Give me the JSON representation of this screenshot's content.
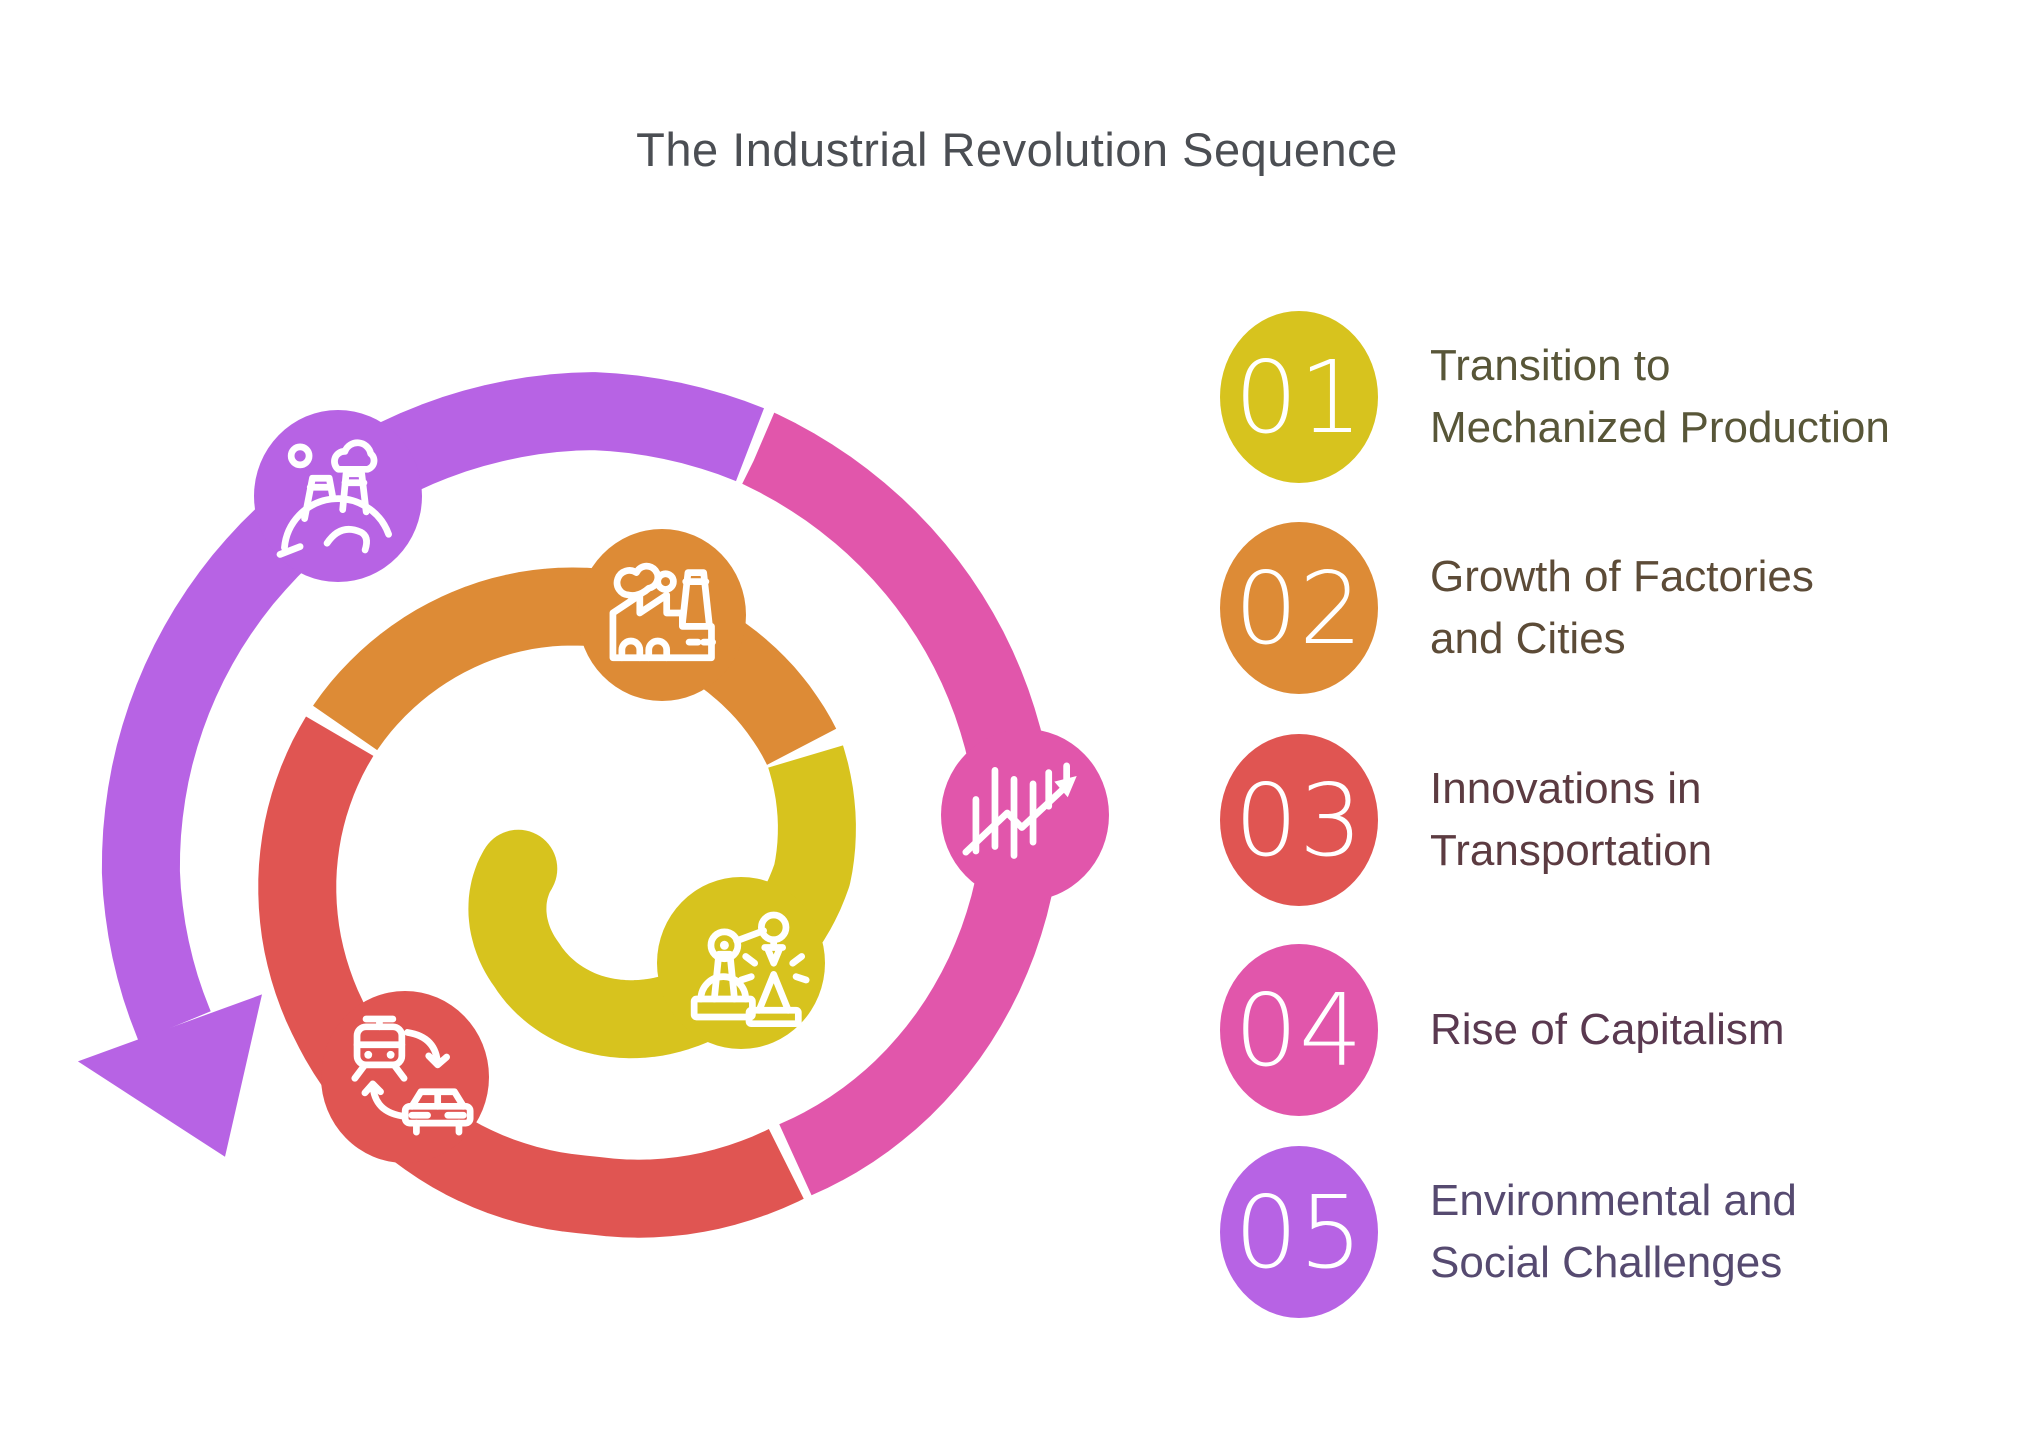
{
  "title": "The Industrial Revolution Sequence",
  "title_color": "#4b4e53",
  "steps": [
    {
      "number": "01",
      "lines": [
        "Transition to",
        "Mechanized Production"
      ],
      "color": "#d7c31e",
      "text_color": "#585638",
      "icon": "robot-arm-icon"
    },
    {
      "number": "02",
      "lines": [
        "Growth of Factories",
        "and Cities"
      ],
      "color": "#dd8b36",
      "text_color": "#5c4b37",
      "icon": "factory-icon"
    },
    {
      "number": "03",
      "lines": [
        "Innovations in",
        "Transportation"
      ],
      "color": "#e05552",
      "text_color": "#5c3b41",
      "icon": "train-car-swap-icon"
    },
    {
      "number": "04",
      "lines": [
        "Rise of Capitalism"
      ],
      "color": "#e156ab",
      "text_color": "#5a3950",
      "icon": "stock-chart-icon"
    },
    {
      "number": "05",
      "lines": [
        "Environmental and",
        "Social Challenges"
      ],
      "color": "#b763e4",
      "text_color": "#564a70",
      "icon": "smokestack-globe-icon"
    }
  ]
}
